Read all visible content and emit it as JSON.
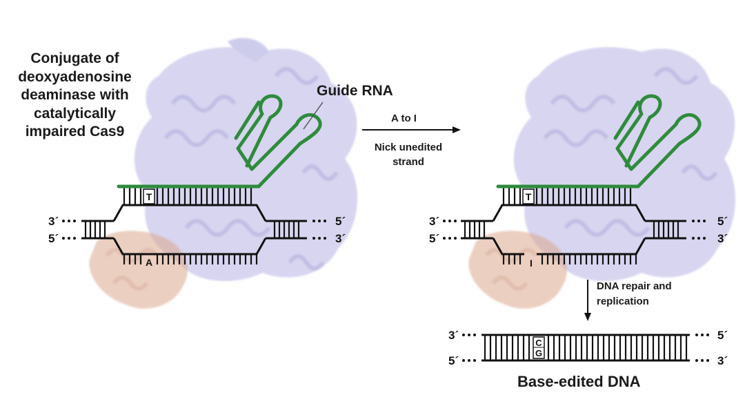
{
  "labels": {
    "conjugate": "Conjugate of deoxyadenosine deaminase with catalytically impaired Cas9",
    "guide_rna": "Guide RNA",
    "a_to_i": "A to I",
    "nick": "Nick unedited strand",
    "dna_repair": "DNA repair and replication",
    "base_edited": "Base-edited DNA"
  },
  "dna_ends": {
    "left_top": "3´",
    "left_bottom": "5´",
    "right_top": "5´",
    "right_bottom": "3´"
  },
  "bases": {
    "top_strand": "T",
    "left_bottom_strand": "A",
    "right_bottom_strand": "I",
    "edited_top": "C",
    "edited_bottom": "G"
  },
  "colors": {
    "guide_rna": "#2e8b3c",
    "cas9": "#a9a6dc",
    "deaminase": "#d9a48c",
    "dna": "#111111"
  }
}
